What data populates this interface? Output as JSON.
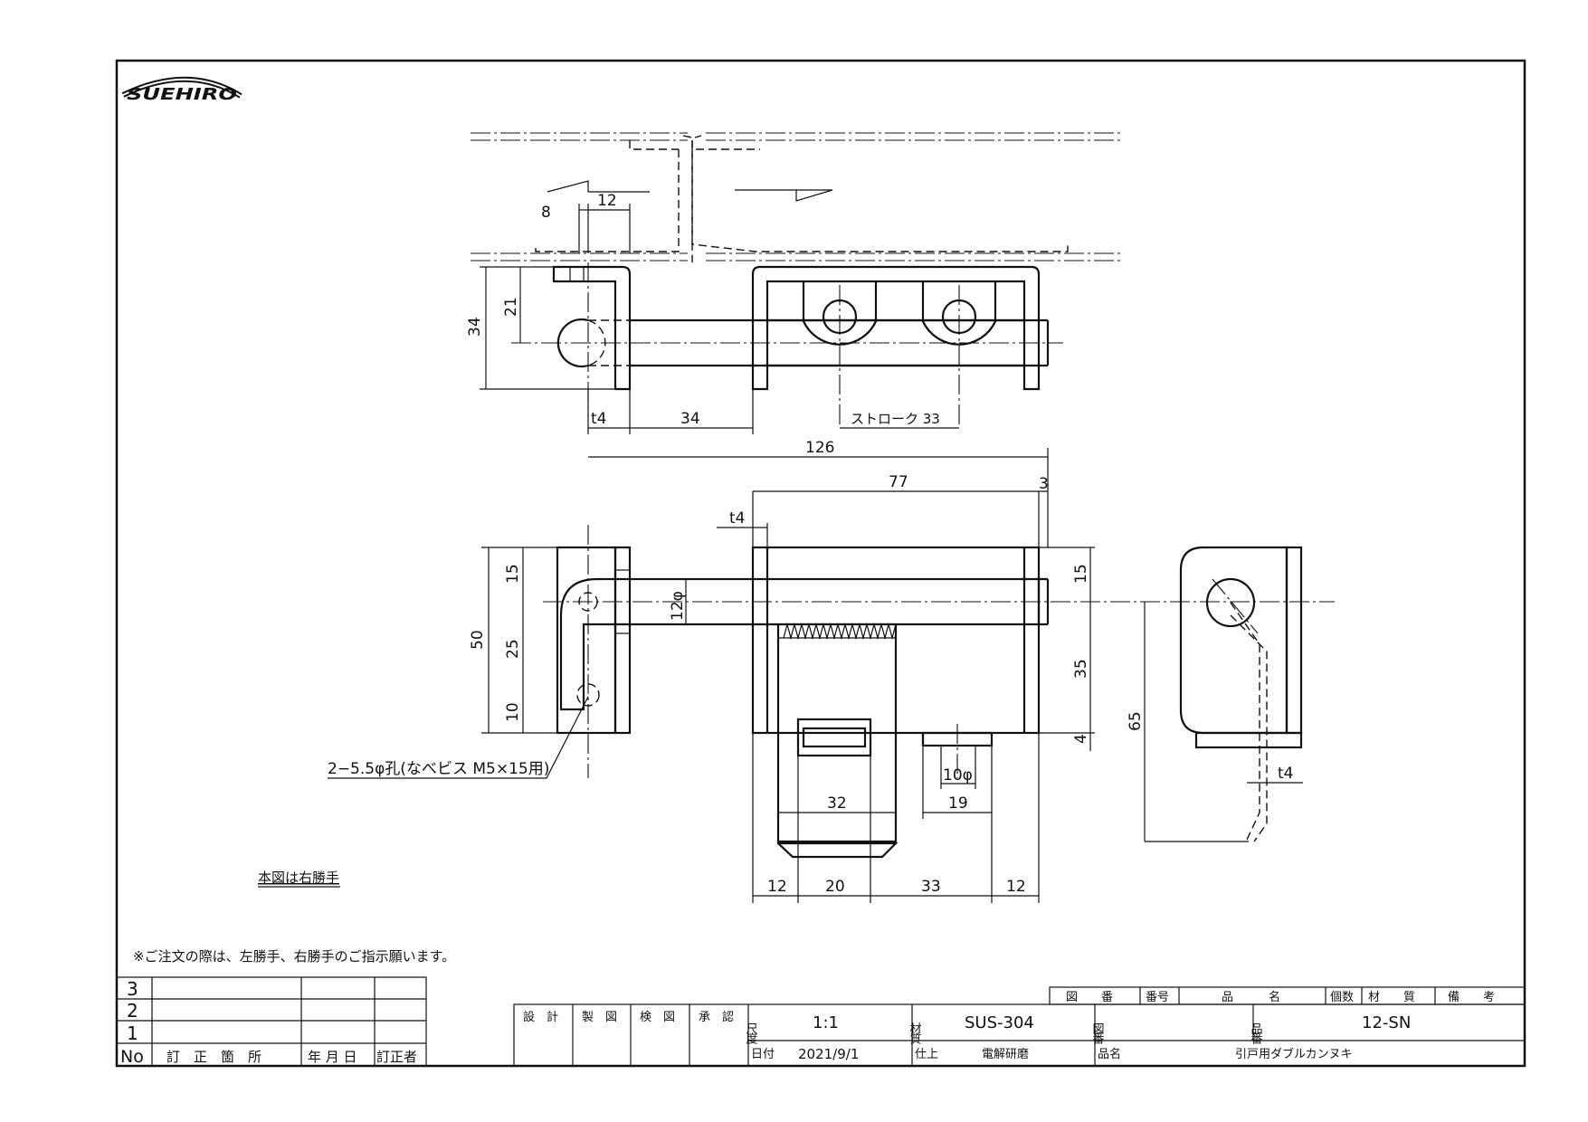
{
  "logo_text": "SUEHIRO",
  "notes": {
    "hand": "本図は右勝手",
    "order": "※ご注文の際は、左勝手、右勝手のご指示願います。",
    "hole": "2−5.5φ孔(なべビス M5×15用)"
  },
  "dimensions": {
    "d8": "8",
    "d12a": "12",
    "d21": "21",
    "d34v": "34",
    "t4a": "t4",
    "d34h": "34",
    "stroke": "ストローク 33",
    "d126": "126",
    "d77": "77",
    "d3": "3",
    "t4b": "t4",
    "d15a": "15",
    "d25": "25",
    "d10": "10",
    "d50": "50",
    "d12phi": "12φ",
    "d15b": "15",
    "d35": "35",
    "d4": "4",
    "d65": "65",
    "d10phi": "10φ",
    "d32": "32",
    "d19": "19",
    "d12b": "12",
    "d20": "20",
    "d33": "33",
    "d12c": "12",
    "t4c": "t4"
  },
  "revision_table": {
    "rows": [
      "3",
      "2",
      "1"
    ],
    "headers": [
      "No",
      "訂　正　箇　所",
      "年 月 日",
      "訂正者"
    ]
  },
  "title_block": {
    "approvals": [
      "設　計",
      "製　図",
      "検　図",
      "承　認"
    ],
    "top_headers": [
      "図　　番",
      "番号",
      "品　　　名",
      "個数",
      "材　　質",
      "備　　考"
    ],
    "scale_label": "尺度",
    "scale_value": "1:1",
    "material_label": "材質",
    "material_value": "SUS-304",
    "drawing_no_label": "図番",
    "product_no_label": "品番",
    "product_no_value": "12-SN",
    "date_label": "日付",
    "date_value": "2021/9/1",
    "finish_label": "仕上",
    "finish_value": "電解研磨",
    "name_label": "品名",
    "name_value": "引戸用ダブルカンヌキ"
  }
}
